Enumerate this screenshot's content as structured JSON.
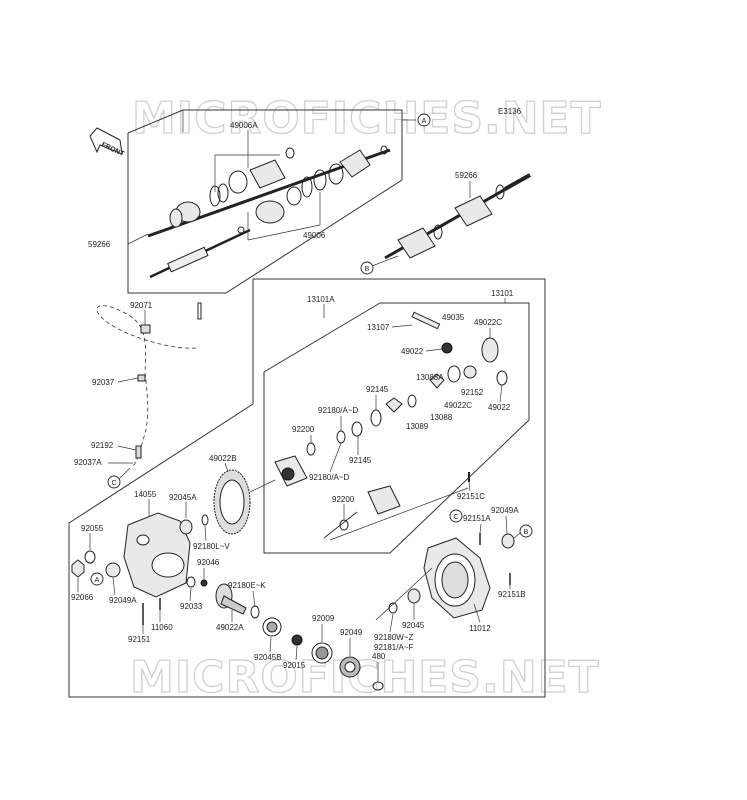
{
  "watermark": "MICROFICHES.NET",
  "diagram_code": "E3136",
  "front_tag": "FRONT",
  "callouts": {
    "a": "A",
    "b": "B",
    "c": "C"
  },
  "parts": {
    "p49006A": "49006A",
    "p49006": "49006",
    "p59266_left": "59266",
    "p59266_right": "59266",
    "p92071": "92071",
    "p92037": "92037",
    "p92192": "92192",
    "p92037A": "92037A",
    "p13101A": "13101A",
    "p13101": "13101",
    "p13107": "13107",
    "p49035": "49035",
    "p49022C_top": "49022C",
    "p49022_a": "49022",
    "p13088A": "13088A",
    "p92145_top": "92145",
    "p92180AD_top": "92180/A~D",
    "p92200_top": "92200",
    "p92180AD_low": "92180/A~D",
    "p92145_low": "92145",
    "p13089": "13089",
    "p13088": "13088",
    "p49022C_mid": "49022C",
    "p92152": "92152",
    "p49022_b": "49022",
    "p49022B": "49022B",
    "p14055": "14055",
    "p92045A": "92045A",
    "p92055": "92055",
    "p92180LV": "92180L~V",
    "p92200_mid": "92200",
    "p92151C": "92151C",
    "p92049A": "92049A",
    "p92151A": "92151A",
    "p92066": "92066",
    "p92049A_low": "92049A",
    "p92046": "92046",
    "p92033": "92033",
    "p92180EK": "92180E~K",
    "p92151": "92151",
    "p11060": "11060",
    "p49022A": "49022A",
    "p92009": "92009",
    "p92049": "92049",
    "p92045B": "92045B",
    "p92015": "92015",
    "p480": "480",
    "p92045": "92045",
    "p11012": "11012",
    "p92151B": "92151B",
    "p92180WZ": "92180W~Z",
    "p92181AF": "92181/A~F"
  }
}
